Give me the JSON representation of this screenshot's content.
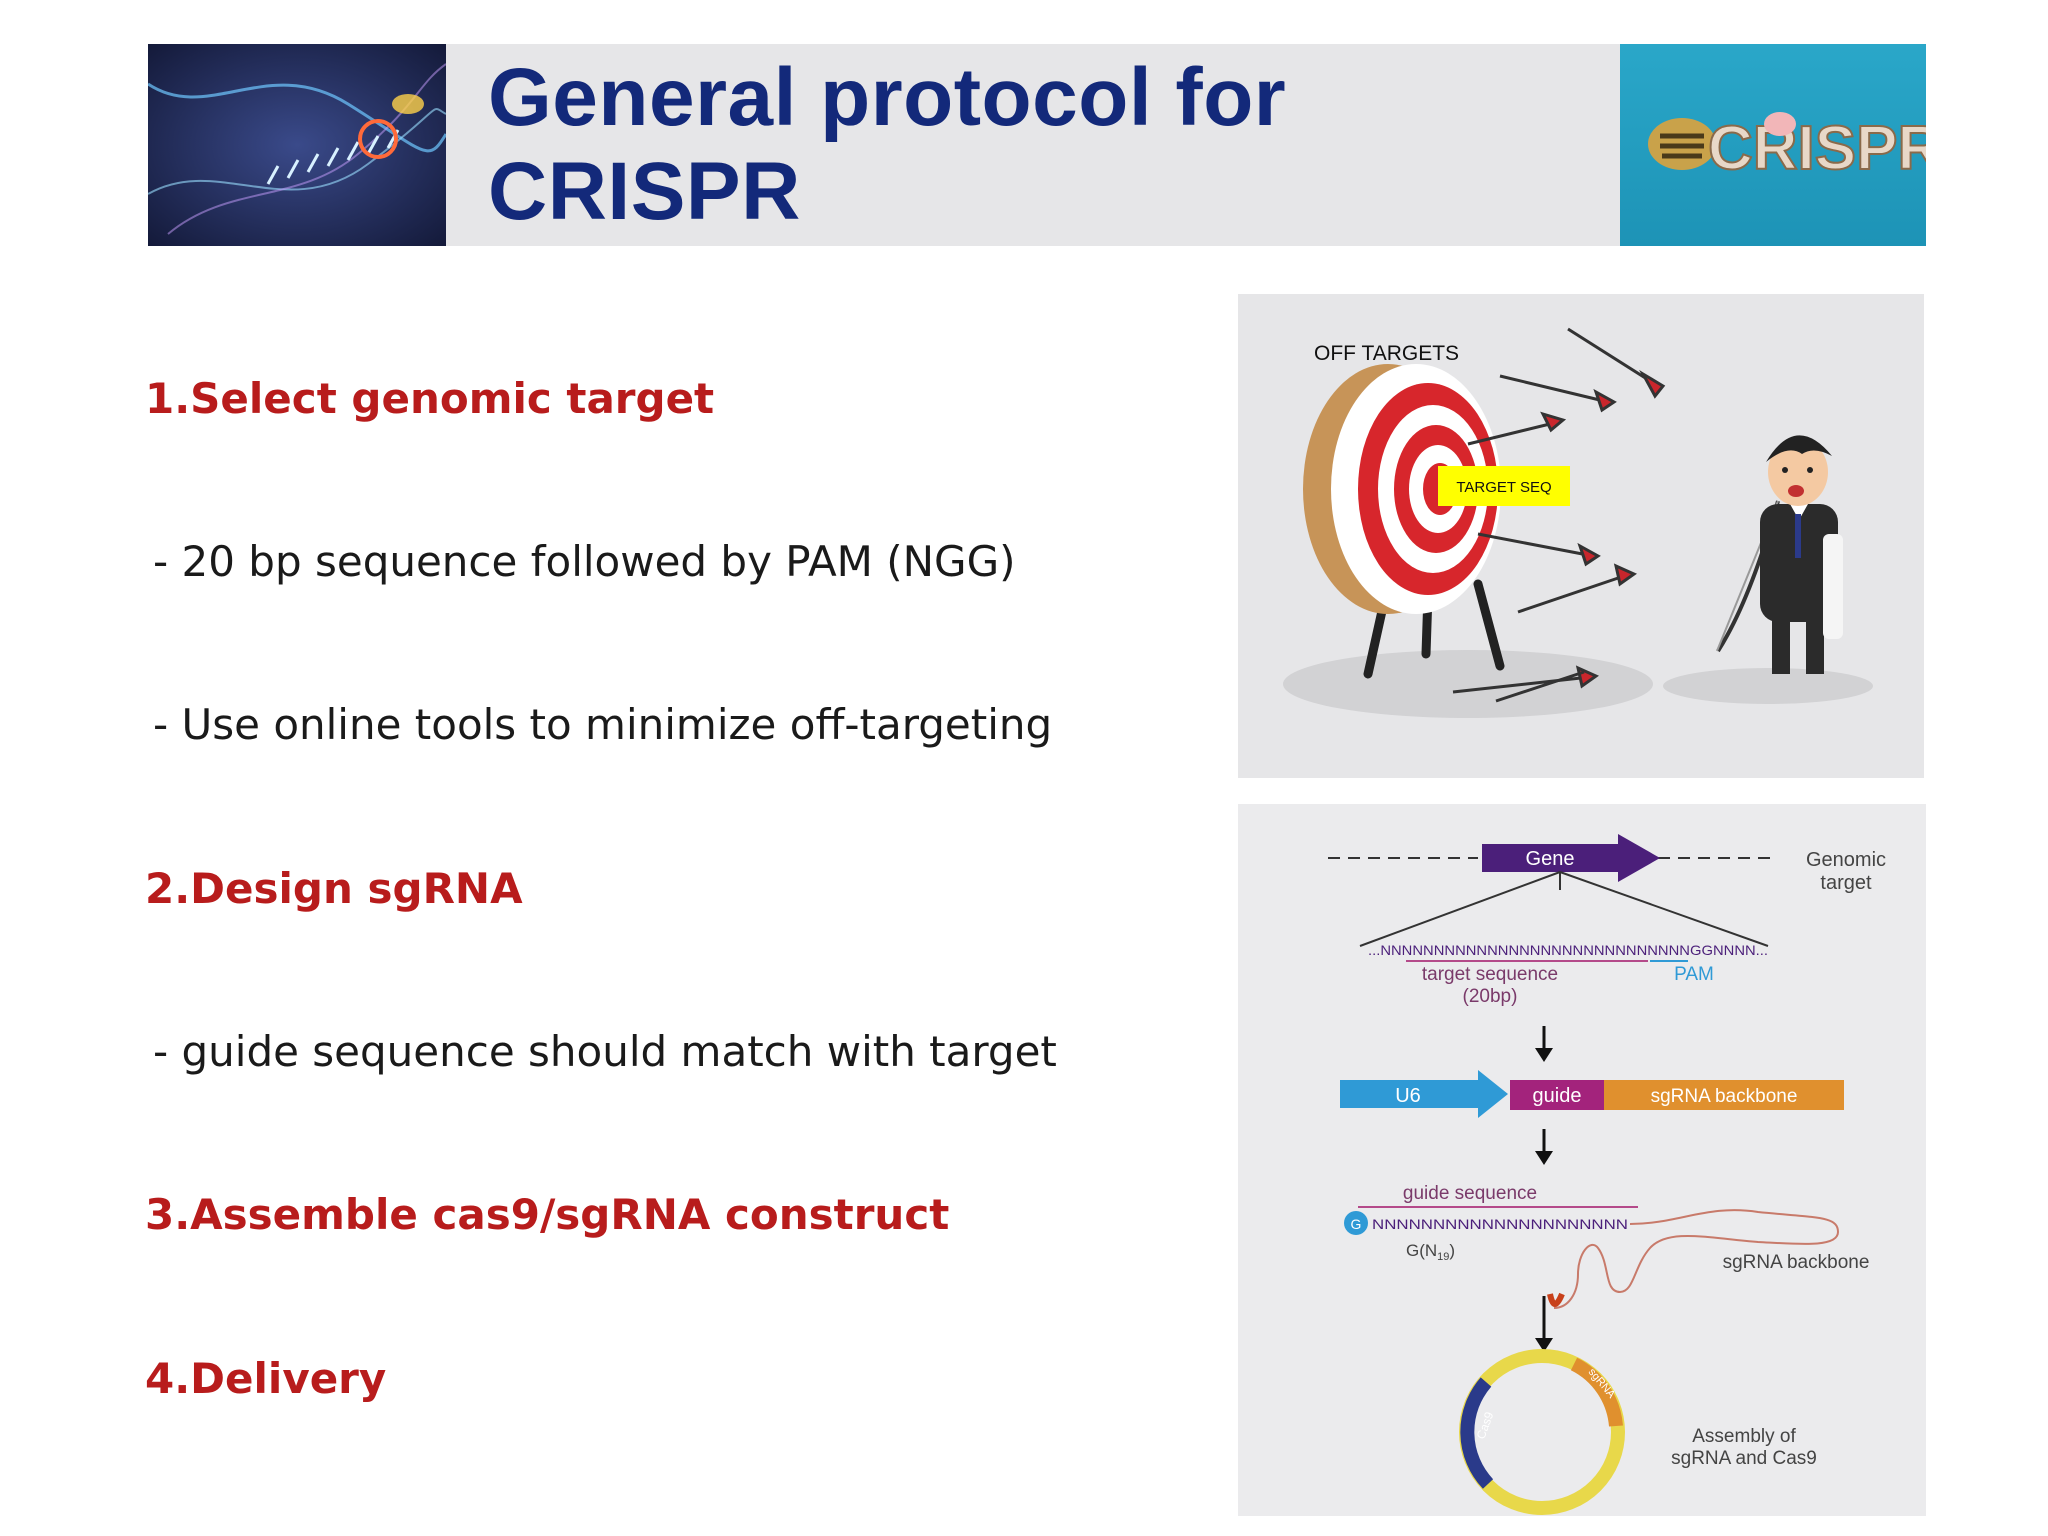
{
  "title": "General protocol for CRISPR",
  "logo_right": {
    "text": "CRISPR"
  },
  "steps": [
    {
      "label": "1.Select genomic target"
    },
    {
      "label": "- 20 bp sequence followed by PAM (NGG)"
    },
    {
      "label": "- Use online tools to minimize off-targeting"
    },
    {
      "label": "2.Design sgRNA"
    },
    {
      "label": "- guide sequence should match with target"
    },
    {
      "label": "3.Assemble cas9/sgRNA construct"
    },
    {
      "label": "4.Delivery"
    }
  ],
  "target_illustration": {
    "off_targets_label": "OFF TARGETS",
    "target_seq_label": "TARGET SEQ"
  },
  "diagram": {
    "gene_label": "Gene",
    "genomic_target_label_1": "Genomic",
    "genomic_target_label_2": "target",
    "sequence_text": "...NNNNNNNNNNNNNNNNNNNNNNNNNNNNNGGNNNN...",
    "target_sequence_label": "target sequence",
    "target_sequence_len": "(20bp)",
    "pam_label": "PAM",
    "u6_label": "U6",
    "guide_label": "guide",
    "backbone_label": "sgRNA backbone",
    "guide_sequence_label": "guide sequence",
    "g_label": "G",
    "guide_n_text": "NNNNNNNNNNNNNNNNNNNNN",
    "gn_label": "G(N",
    "gn_sub": "19",
    "gn_close": ")",
    "backbone_label_2": "sgRNA backbone",
    "cas9_label": "Cas9",
    "sgrna_plasmid_label": "sgRNA",
    "assembly_label_1": "Assembly of",
    "assembly_label_2": "sgRNA and Cas9"
  },
  "colors": {
    "title": "#13297a",
    "step": "#b81c1c",
    "gene_arrow": "#4b1f7a",
    "u6": "#2f9ad6",
    "guide": "#a3237c",
    "backbone": "#e0902e"
  }
}
